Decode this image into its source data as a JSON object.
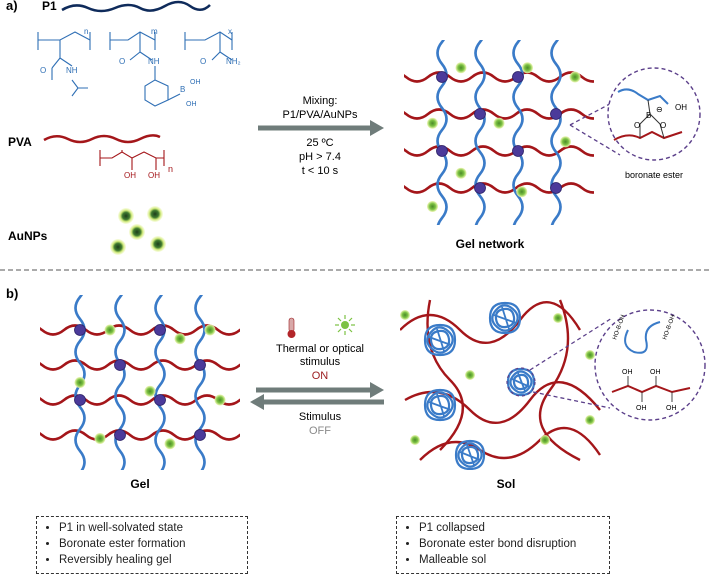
{
  "panel_a": {
    "label": "a)",
    "p1": {
      "name": "P1",
      "sub_n": "n",
      "sub_m": "m",
      "sub_x": "x",
      "groups": {
        "o1": "O",
        "nh1": "NH",
        "o2": "O",
        "nh2": "NH",
        "b": "B",
        "oh1": "OH",
        "oh2": "OH",
        "o3": "O",
        "nh2_amide": "NH₂"
      }
    },
    "pva": {
      "name": "PVA",
      "oh1": "OH",
      "oh2": "OH",
      "sub_n": "n"
    },
    "aunps": {
      "name": "AuNPs"
    },
    "arrow_top": {
      "line1": "Mixing:",
      "line2": "P1/PVA/AuNPs"
    },
    "conditions": {
      "temp": "25 ºC",
      "ph": "pH > 7.4",
      "time": "t < 10 s"
    },
    "network_label": "Gel network",
    "inset": {
      "label": "boronate ester",
      "o1": "O",
      "o2": "O",
      "b": "B",
      "oh": "OH",
      "charge": "⊖"
    }
  },
  "panel_b": {
    "label": "b)",
    "stimulus_on": {
      "line1": "Thermal or optical",
      "line2": "stimulus",
      "state": "ON"
    },
    "stimulus_off": {
      "line1": "Stimulus",
      "state": "OFF"
    },
    "gel": {
      "label": "Gel",
      "bullets": [
        "P1 in well-solvated state",
        "Boronate ester formation",
        "Reversibly healing gel"
      ]
    },
    "sol": {
      "label": "Sol",
      "bullets": [
        "P1 collapsed",
        "Boronate ester bond disruption",
        "Malleable sol"
      ]
    },
    "inset_groups": {
      "ho_b_oh_1": "HO-B-OH",
      "ho_b_oh_2": "HO-B-OH",
      "oh1": "OH",
      "oh2": "OH",
      "oh3": "OH",
      "oh4": "OH"
    }
  },
  "colors": {
    "blue": "#3a7bc8",
    "red": "#a4161a",
    "node": "#4b3a9a",
    "green": "#7cc242",
    "arrow": "#6f7c7a",
    "on": "#9b1b1e",
    "off": "#8a8a8a",
    "chem": "#2f6fb5"
  }
}
